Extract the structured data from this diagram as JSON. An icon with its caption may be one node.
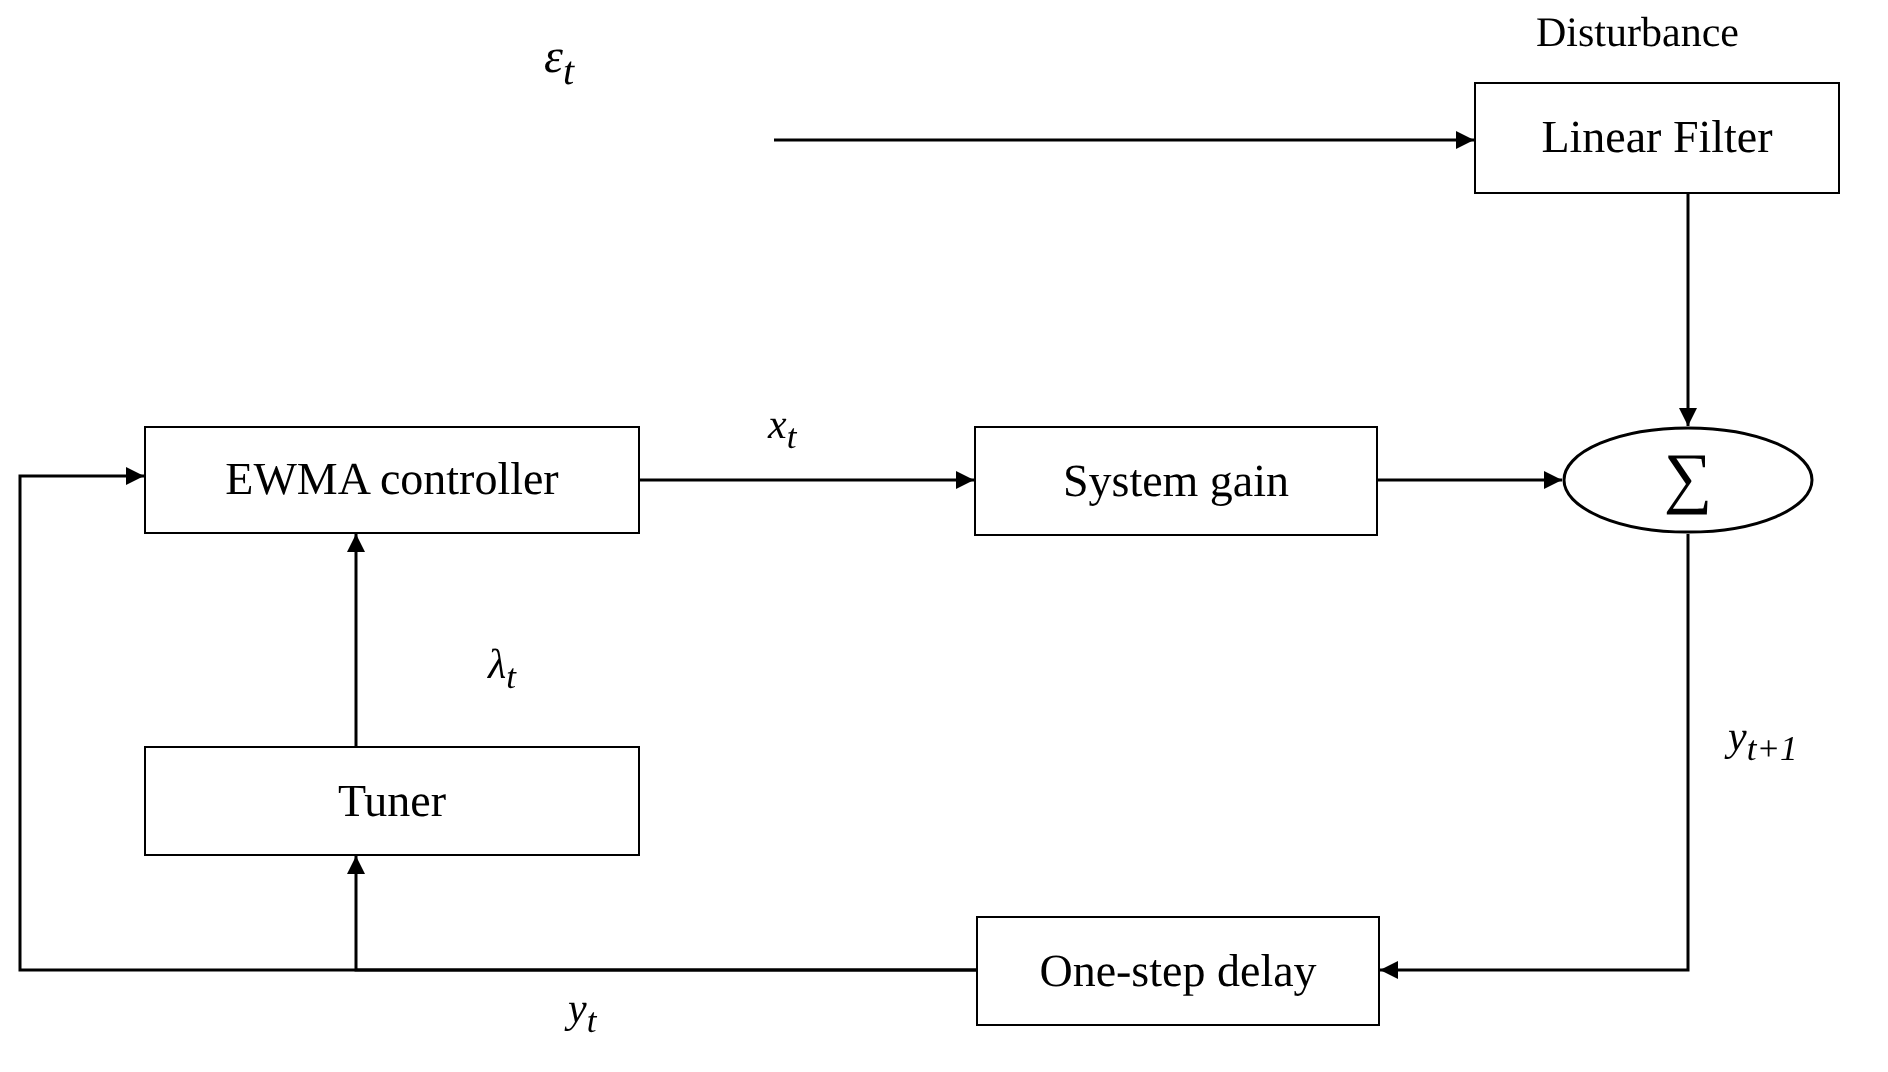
{
  "diagram": {
    "nodes": [
      {
        "text": [
          "Linear Filter"
        ],
        "beside": [
          "Disturbance"
        ]
      },
      {
        "text": [
          "EWMA controller"
        ]
      },
      {
        "text": [
          "System gain"
        ]
      },
      {
        "text": [
          "∑"
        ]
      },
      {
        "text": [
          "Tuner"
        ]
      },
      {
        "text": [
          "One-step delay"
        ]
      }
    ],
    "edges": [
      {
        "from": null,
        "to": 0,
        "arrow": "to"
      },
      {
        "from": 0,
        "to": 3,
        "arrow": "to"
      },
      {
        "from": 1,
        "to": 2,
        "arrow": "to",
        "label": "x$_{t}$"
      },
      {
        "from": 2,
        "to": 3,
        "arrow": "to"
      },
      {
        "from": 3,
        "to": 5,
        "arrow": "to",
        "label": "y$_{t+1}$"
      },
      {
        "from": 5,
        "to": 1,
        "arrow": "to",
        "label": "y$_{t}$"
      },
      {
        "from": 5,
        "to": 4,
        "arrow": "to"
      },
      {
        "from": 4,
        "to": 1,
        "arrow": "to",
        "label": "λ$_{t}$"
      }
    ],
    "labels": [
      "ε$_{t}$"
    ]
  }
}
